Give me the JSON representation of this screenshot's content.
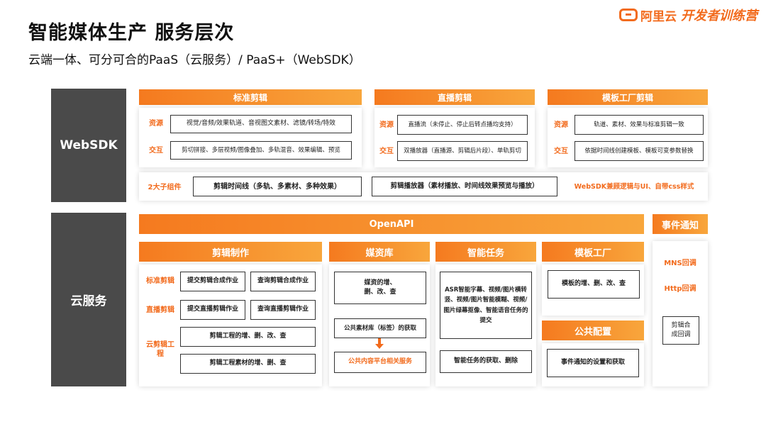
{
  "header": {
    "title": "智能媒体生产 服务层次",
    "subtitle": "云端一体、可分可合的PaaS（云服务）/ PaaS+（WebSDK）",
    "logo_brand": "阿里云",
    "logo_name": "开发者训练营"
  },
  "websdk": {
    "side_label": "WebSDK",
    "edit": {
      "title": "标准剪辑",
      "resource_label": "资源",
      "resource_text": "视觉/音频/效果轨道、音视图文素材、滤镜/转场/特效",
      "interact_label": "交互",
      "interact_text": "剪切拼接、多层视频/图像叠加、多轨混音、效果编辑、预览"
    },
    "live": {
      "title": "直播剪辑",
      "resource_label": "资源",
      "resource_text": "直播流（未停止、停止后转点播均支持）",
      "interact_label": "交互",
      "interact_text": "双播放器（直播源、剪辑后片段）、单轨剪切"
    },
    "template": {
      "title": "模板工厂剪辑",
      "resource_label": "资源",
      "resource_text": "轨道、素材、效果与标准剪辑一致",
      "interact_label": "交互",
      "interact_text": "依据时间线创建模板、模板可变参数替换"
    },
    "components": {
      "label": "2大子组件",
      "timeline": "剪辑时间线（多轨、多素材、多种效果）",
      "player": "剪辑播放器（素材播放、时间线效果预览与播放）",
      "compat": "WebSDK兼顾逻辑与UI、自带css样式"
    }
  },
  "cloud": {
    "side_label": "云服务",
    "openapi": "OpenAPI",
    "event_title": "事件通知",
    "event_mns": "MNS回调",
    "event_http": "Http回调",
    "event_box": "剪辑合成回调",
    "production": {
      "title": "剪辑制作",
      "std_label": "标准剪辑",
      "std_submit": "提交剪辑合成作业",
      "std_query": "查询剪辑合成作业",
      "live_label": "直播剪辑",
      "live_submit": "提交直播剪辑作业",
      "live_query": "查询直播剪辑作业",
      "project_label": "云剪辑工程",
      "project_crud": "剪辑工程的增、删、改、查",
      "project_material": "剪辑工程素材的增、删、查"
    },
    "media": {
      "title": "媒资库",
      "crud": "媒资的增、删、改、查",
      "public_lib": "公共素材库（标签）的获取",
      "public_service": "公共内容平台相关服务"
    },
    "ai": {
      "title": "智能任务",
      "tasks": "ASR智能字幕、视频/图片横转竖、视频/图片智能模糊、视频/图片绿幕抠像、智能语音任务的提交",
      "fetch": "智能任务的获取、删除"
    },
    "template_factory": {
      "title": "模板工厂",
      "crud": "模板的增、删、改、查"
    },
    "public_config": {
      "title": "公共配置",
      "setting": "事件通知的设置和获取"
    }
  },
  "colors": {
    "accent": "#f26b1d",
    "header_start": "#f57a1f",
    "header_end": "#f8a63c",
    "side_dark": "#4a4a4a"
  }
}
